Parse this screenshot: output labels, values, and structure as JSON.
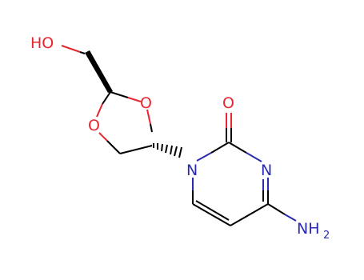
{
  "molecule": {
    "atoms": {
      "hydroxyl_label": "HO",
      "ring_oxygen_upper": "O",
      "ring_oxygen_lower": "O",
      "carbonyl_oxygen": "O",
      "ring_nitrogen_1": "N",
      "ring_nitrogen_3": "N",
      "amino_n": "NH",
      "amino_subscript": "2"
    },
    "colors": {
      "bond": "#000000",
      "oxygen": "#e8262f",
      "nitrogen": "#2b2bb0",
      "background": "#ffffff"
    }
  }
}
